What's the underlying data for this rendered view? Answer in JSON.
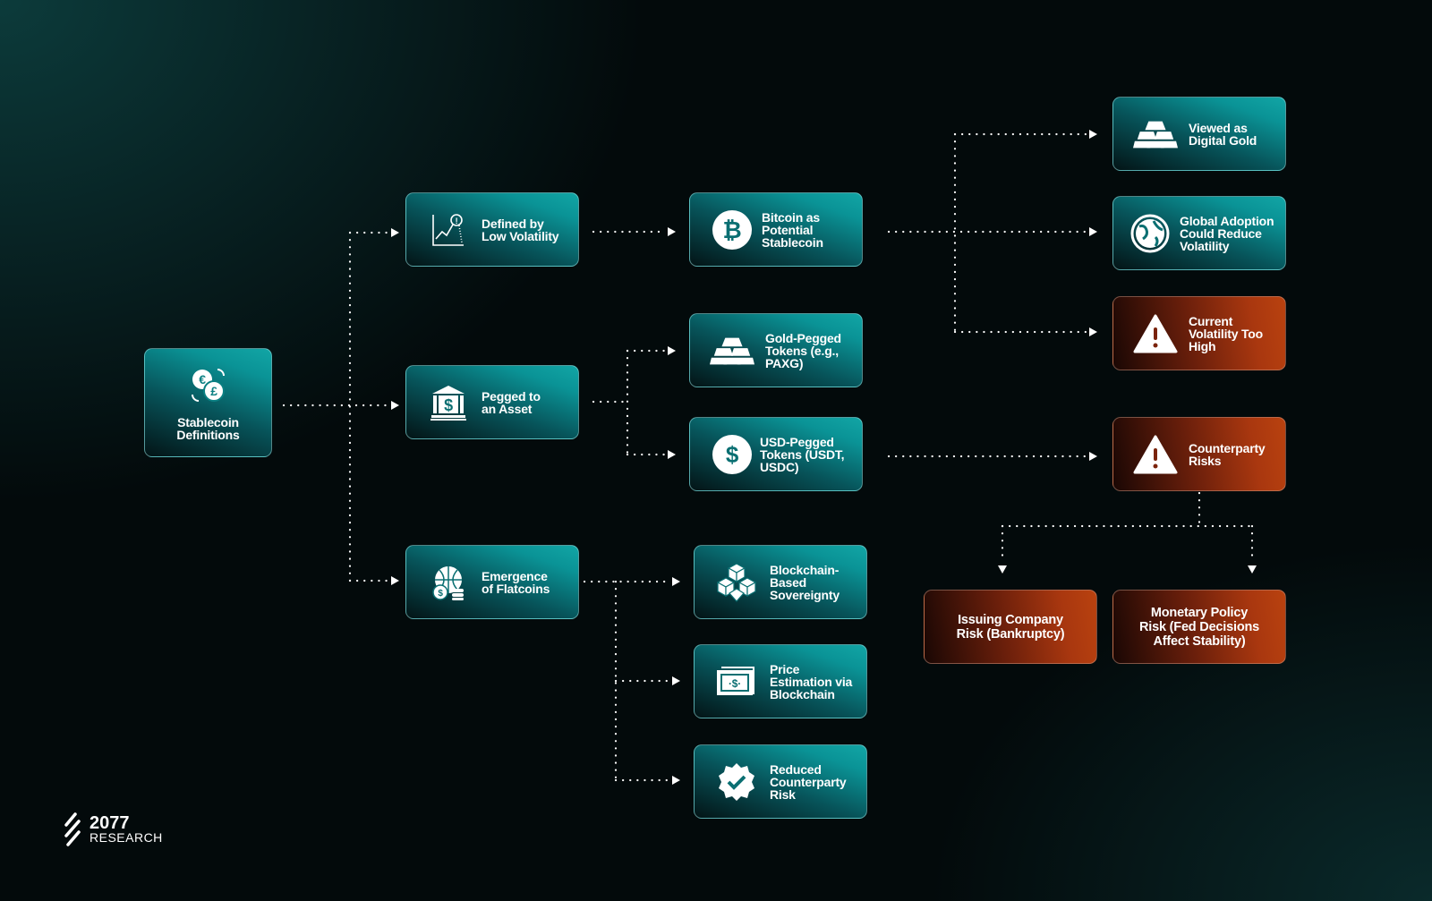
{
  "nodes": {
    "root": "Stablecoin\nDefinitions",
    "low_volatility": "Defined by\nLow Volatility",
    "pegged": "Pegged to\nan Asset",
    "flatcoins": "Emergence\nof Flatcoins",
    "bitcoin": "Bitcoin as\nPotential\nStablecoin",
    "gold_pegged": "Gold-Pegged\nTokens (e.g.,\nPAXG)",
    "usd_pegged": "USD-Pegged\nTokens (USDT,\nUSDC)",
    "sovereignty": "Blockchain-\nBased\nSovereignty",
    "price_estimation": "Price\nEstimation via\nBlockchain",
    "reduced_risk": "Reduced\nCounterparty\nRisk",
    "digital_gold": "Viewed as\nDigital Gold",
    "global_adoption": "Global Adoption\nCould Reduce\nVolatility",
    "volatility_high": "Current\nVolatility Too\nHigh",
    "counterparty": "Counterparty\nRisks",
    "issuing": "Issuing Company\nRisk (Bankruptcy)",
    "monetary": "Monetary Policy\nRisk (Fed Decisions\nAffect Stability)"
  },
  "logo": {
    "number": "2077",
    "name": "RESEARCH"
  },
  "colors": {
    "teal": "#0a9396",
    "red": "#b9420f",
    "background": "#030a0b"
  }
}
